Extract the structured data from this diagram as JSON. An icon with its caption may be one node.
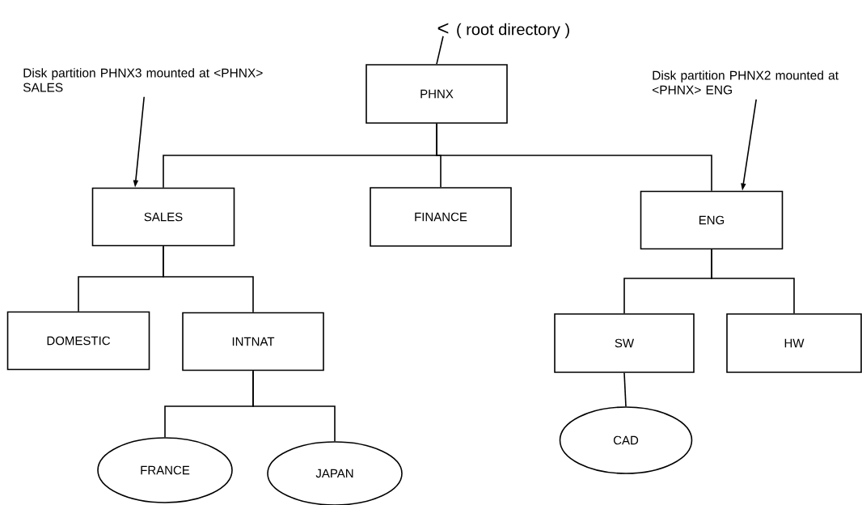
{
  "diagram": {
    "nodes": [
      {
        "text": [
          "<"
        ],
        "beside": [
          "( root directory )"
        ]
      },
      {
        "text": [
          "PHNX"
        ]
      },
      {
        "text": [
          "SALES"
        ]
      },
      {
        "text": [
          "FINANCE"
        ]
      },
      {
        "text": [
          "ENG"
        ]
      },
      {
        "text": [
          "DOMESTIC"
        ]
      },
      {
        "text": [
          "INTNAT"
        ]
      },
      {
        "text": [
          "SW"
        ]
      },
      {
        "text": [
          "HW"
        ]
      },
      {
        "text": [
          "FRANCE"
        ]
      },
      {
        "text": [
          "JAPAN"
        ]
      },
      {
        "text": [
          "CAD"
        ]
      },
      {
        "text": [
          "Disk partition PHNX3 mounted at <PHNX> SALES"
        ]
      },
      {
        "text": [
          "Disk partition PHNX2 mounted at <PHNX> ENG"
        ]
      }
    ],
    "edges": [
      {
        "from": 0,
        "to": 1,
        "arrow": "none"
      },
      {
        "from": 1,
        "to": 2,
        "arrow": "none"
      },
      {
        "from": 1,
        "to": 3,
        "arrow": "none"
      },
      {
        "from": 1,
        "to": 4,
        "arrow": "none"
      },
      {
        "from": 2,
        "to": 5,
        "arrow": "none"
      },
      {
        "from": 2,
        "to": 6,
        "arrow": "none"
      },
      {
        "from": 6,
        "to": 9,
        "arrow": "none"
      },
      {
        "from": 6,
        "to": 10,
        "arrow": "none"
      },
      {
        "from": 4,
        "to": 7,
        "arrow": "none"
      },
      {
        "from": 4,
        "to": 8,
        "arrow": "none"
      },
      {
        "from": 7,
        "to": 11,
        "arrow": "none"
      },
      {
        "from": 12,
        "to": 2,
        "arrow": "to"
      },
      {
        "from": 13,
        "to": 4,
        "arrow": "to"
      }
    ]
  }
}
